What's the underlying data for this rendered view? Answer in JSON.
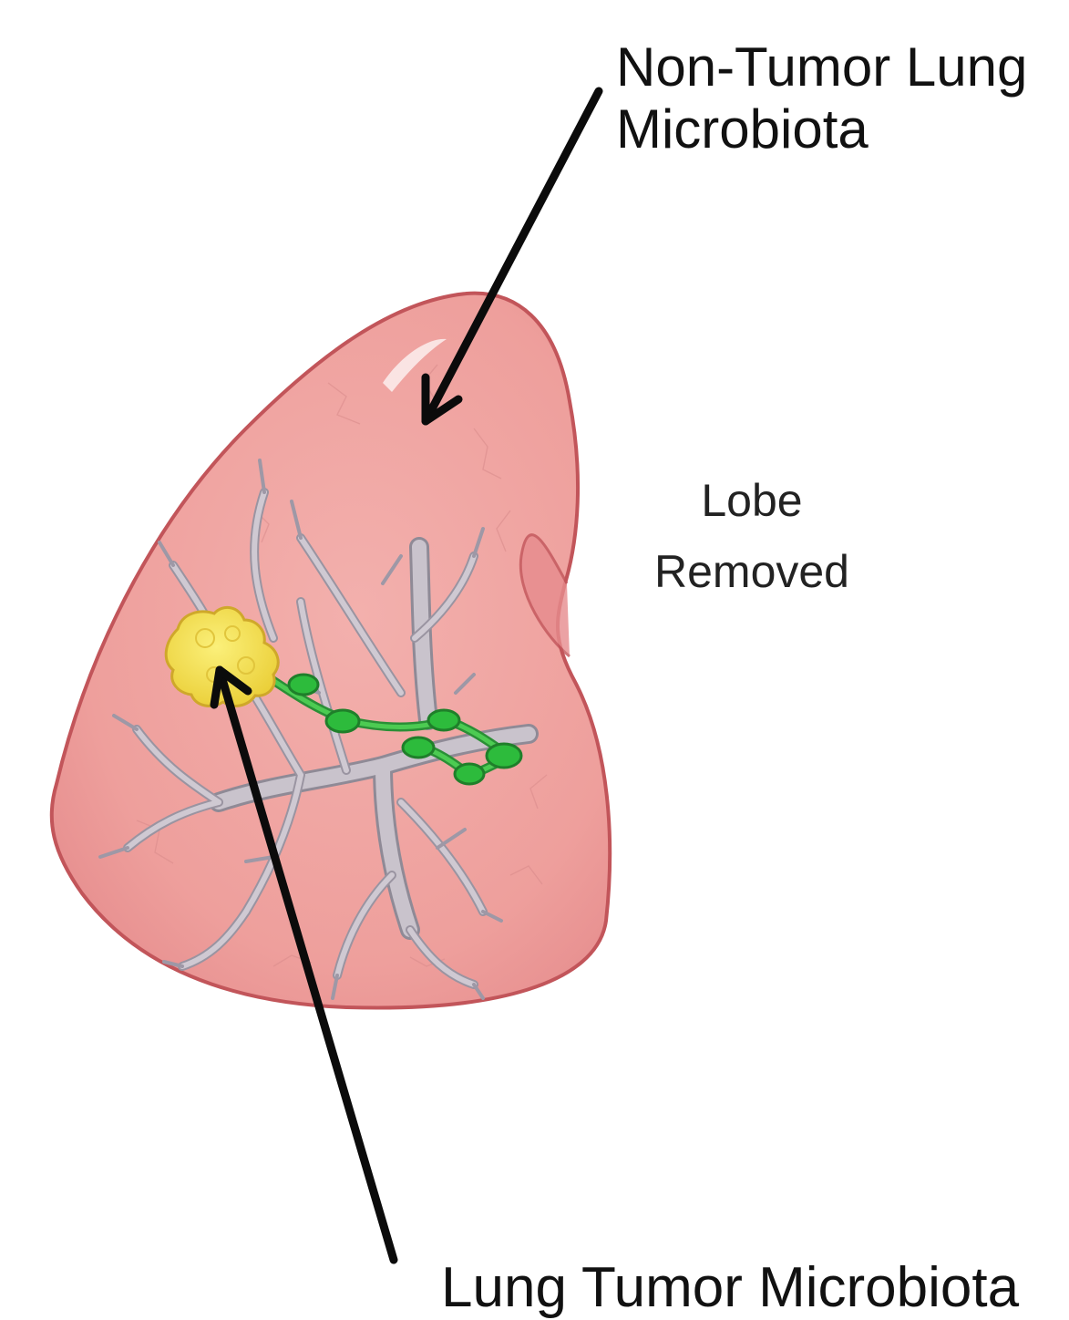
{
  "labels": {
    "non_tumor_line1": "Non-Tumor Lung",
    "non_tumor_line2": "Microbiota",
    "lobe_line1": "Lobe",
    "lobe_line2": "Removed",
    "tumor": "Lung Tumor Microbiota"
  },
  "colors": {
    "lung_fill": "#f0a3a0",
    "lung_outline": "#c2555a",
    "airway": "#b9b3bd",
    "tumor": "#f1dd4a",
    "lymph_node": "#2dbb3c",
    "arrow": "#0b0b0b"
  },
  "icons": {
    "lung": "lung-lobe-illustration",
    "tumor": "tumor-mass",
    "lymph_nodes": "lymph-node-cluster",
    "arrows": "pointer-arrow"
  }
}
